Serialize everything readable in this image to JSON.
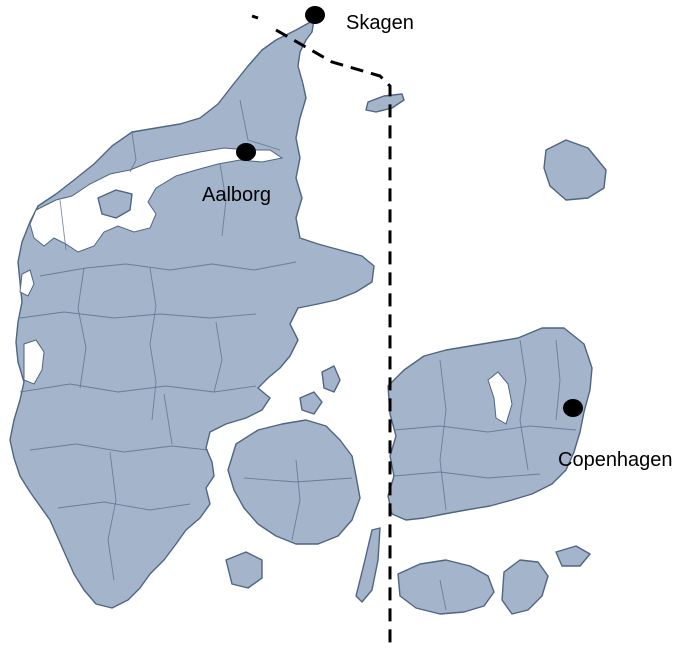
{
  "map": {
    "colors": {
      "land": "#a3b4cb",
      "border": "#4f6583",
      "water": "#ffffff",
      "marker": "#000000",
      "divider": "#000000"
    },
    "cities": [
      {
        "id": "skagen",
        "label": "Skagen",
        "icon": "city-marker-icon"
      },
      {
        "id": "aalborg",
        "label": "Aalborg",
        "icon": "city-marker-icon"
      },
      {
        "id": "copenhagen",
        "label": "Copenhagen",
        "icon": "city-marker-icon"
      }
    ],
    "divider_style": "dashed"
  }
}
